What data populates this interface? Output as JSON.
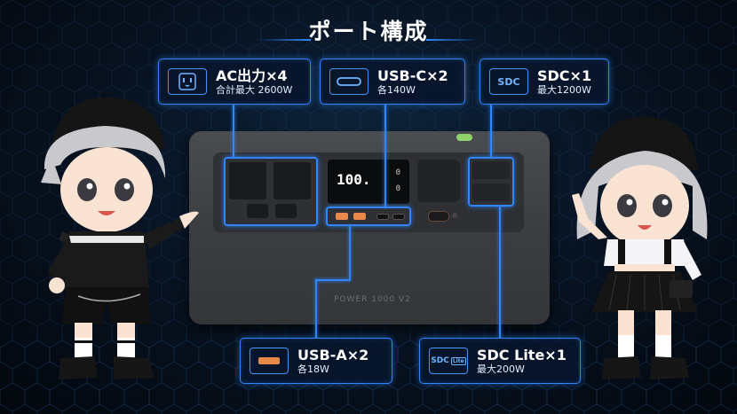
{
  "title": "ポート構成",
  "callouts": {
    "ac": {
      "icon": "ac-outlet-icon",
      "name": "AC出力×4",
      "spec": "合計最大 2600W"
    },
    "usbc": {
      "icon": "usb-c-icon",
      "name": "USB-C×2",
      "spec": "各140W"
    },
    "sdc": {
      "icon_text": "SDC",
      "name": "SDC×1",
      "spec": "最大1200W"
    },
    "usba": {
      "icon": "usb-a-icon",
      "name": "USB-A×2",
      "spec": "各18W"
    },
    "sdclite": {
      "icon_text": "SDC",
      "icon_badge": "Lite",
      "name": "SDC Lite×1",
      "spec": "最大200W"
    }
  },
  "device": {
    "display_value": "100.",
    "display_small_top": "0",
    "display_small_bottom": "0",
    "model_label": "POWER 1000 V2"
  },
  "colors": {
    "accent": "#2f86ff",
    "usb_a": "#e8894a",
    "background": "#07111f"
  }
}
